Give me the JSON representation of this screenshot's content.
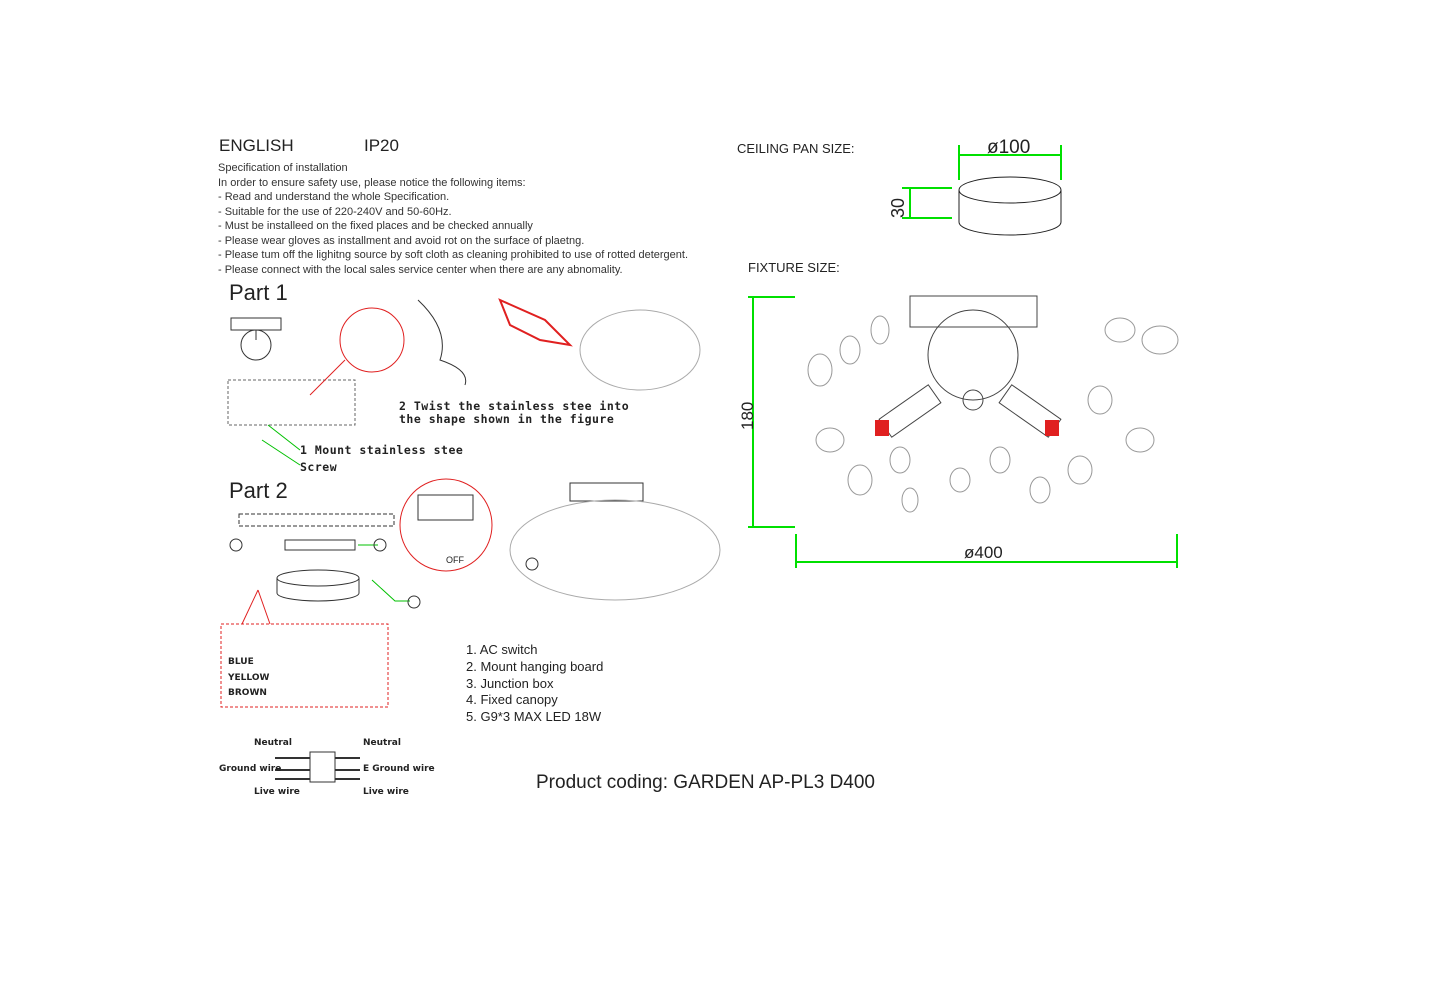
{
  "header": {
    "language": "ENGLISH",
    "rating": "IP20"
  },
  "spec": {
    "title": "Specification of installation",
    "intro": "In order to ensure safety use, please notice the following items:",
    "items": [
      "- Read and understand the whole Specification.",
      "- Suitable for the use of 220-240V and 50-60Hz.",
      "- Must be installeed on the fixed places and be checked annually",
      "- Please wear gloves as installment and avoid rot on the surface of plaetng.",
      "- Please tum off the lighitng source by soft cloth as cleaning prohibited to use of rotted detergent.",
      "- Please connect with the local sales service center when there are any abnomality."
    ]
  },
  "part1": {
    "title": "Part 1",
    "step2_line1": "2 Twist the stainless stee  into",
    "step2_line2": "the shape shown in the figure",
    "step1": "1 Mount stainless stee",
    "screw": "Screw"
  },
  "part2": {
    "title": "Part 2",
    "off": "OFF",
    "wires": [
      "BLUE",
      "YELLOW",
      "BROWN"
    ]
  },
  "legend": [
    "1. AC switch",
    "2. Mount hanging board",
    "3. Junction box",
    "4. Fixed canopy",
    "5. G9*3 MAX LED 18W"
  ],
  "wiring": {
    "neutral_left": "Neutral",
    "neutral_right": "Neutral",
    "ground_left": "Ground wire",
    "ground_right": "E Ground wire",
    "live_left": "Live wire",
    "live_right": "Live wire"
  },
  "ceiling": {
    "label": "CEILING PAN  SIZE:",
    "diameter": "ø100",
    "height": "30"
  },
  "fixture": {
    "label": "FIXTURE SIZE:",
    "height": "180",
    "diameter": "ø400"
  },
  "product": "Product coding: GARDEN AP-PL3 D400",
  "colors": {
    "dimension": "#00e000",
    "accent": "#e02020"
  }
}
